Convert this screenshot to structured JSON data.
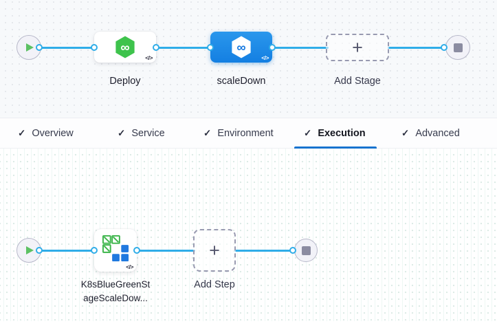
{
  "stage_canvas": {
    "stages": [
      {
        "label": "Deploy",
        "selected": false,
        "icon": "cd-hexagon-green"
      },
      {
        "label": "scaleDown",
        "selected": true,
        "icon": "cd-hexagon-white"
      }
    ],
    "add_stage": {
      "label": "Add Stage"
    }
  },
  "tabs": {
    "items": [
      {
        "label": "Overview",
        "checked": true,
        "active": false
      },
      {
        "label": "Service",
        "checked": true,
        "active": false
      },
      {
        "label": "Environment",
        "checked": true,
        "active": false
      },
      {
        "label": "Execution",
        "checked": true,
        "active": true
      },
      {
        "label": "Advanced",
        "checked": true,
        "active": false
      }
    ]
  },
  "execution_canvas": {
    "steps": [
      {
        "label_lines": [
          "K8sBlueGreenSt",
          "ageScaleDow..."
        ],
        "icon": "k8s-blue-green-scale-down"
      }
    ],
    "add_step": {
      "label": "Add Step"
    }
  },
  "icons": {
    "check": "✓",
    "plus": "+",
    "code": "</>",
    "infinity": "∞"
  },
  "colors": {
    "connector_blue": "#2FADE8",
    "selected_stage_gradient_top": "#2A97EC",
    "selected_stage_gradient_bottom": "#147FE2",
    "deploy_icon_green": "#3EC34C",
    "tab_active_underline": "#1773CF",
    "k8s_green": "#3CB54A",
    "k8s_blue": "#2079DF",
    "node_border": "#B7B8C9"
  }
}
